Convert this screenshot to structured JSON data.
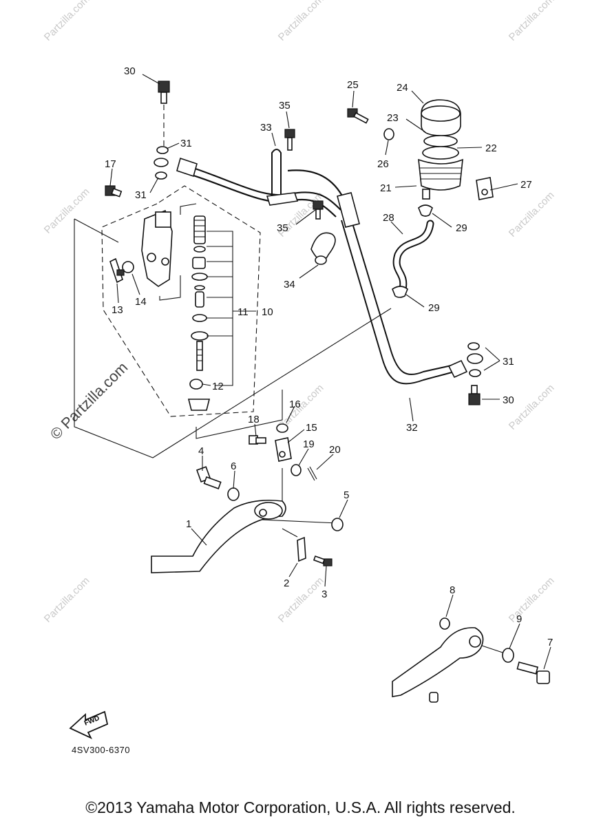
{
  "diagram": {
    "code": "4SV300-6370",
    "fwd_label": "FWD",
    "watermark": "© Partzilla.com",
    "watermark_short": "Partzilla.com",
    "callouts": {
      "c1": "1",
      "c2": "2",
      "c3": "3",
      "c4": "4",
      "c5": "5",
      "c6": "6",
      "c7": "7",
      "c8": "8",
      "c9": "9",
      "c10": "10",
      "c11": "11",
      "c12": "12",
      "c13": "13",
      "c14": "14",
      "c15": "15",
      "c16": "16",
      "c17": "17",
      "c18": "18",
      "c19": "19",
      "c20": "20",
      "c21": "21",
      "c22": "22",
      "c23": "23",
      "c24": "24",
      "c25": "25",
      "c26": "26",
      "c27": "27",
      "c28": "28",
      "c29a": "29",
      "c29b": "29",
      "c30a": "30",
      "c30b": "30",
      "c31a": "31",
      "c31b": "31",
      "c31c": "31",
      "c32": "32",
      "c33": "33",
      "c34": "34",
      "c35a": "35",
      "c35b": "35"
    }
  },
  "footer": {
    "copyright": "©2013 Yamaha Motor Corporation, U.S.A. All rights reserved."
  }
}
